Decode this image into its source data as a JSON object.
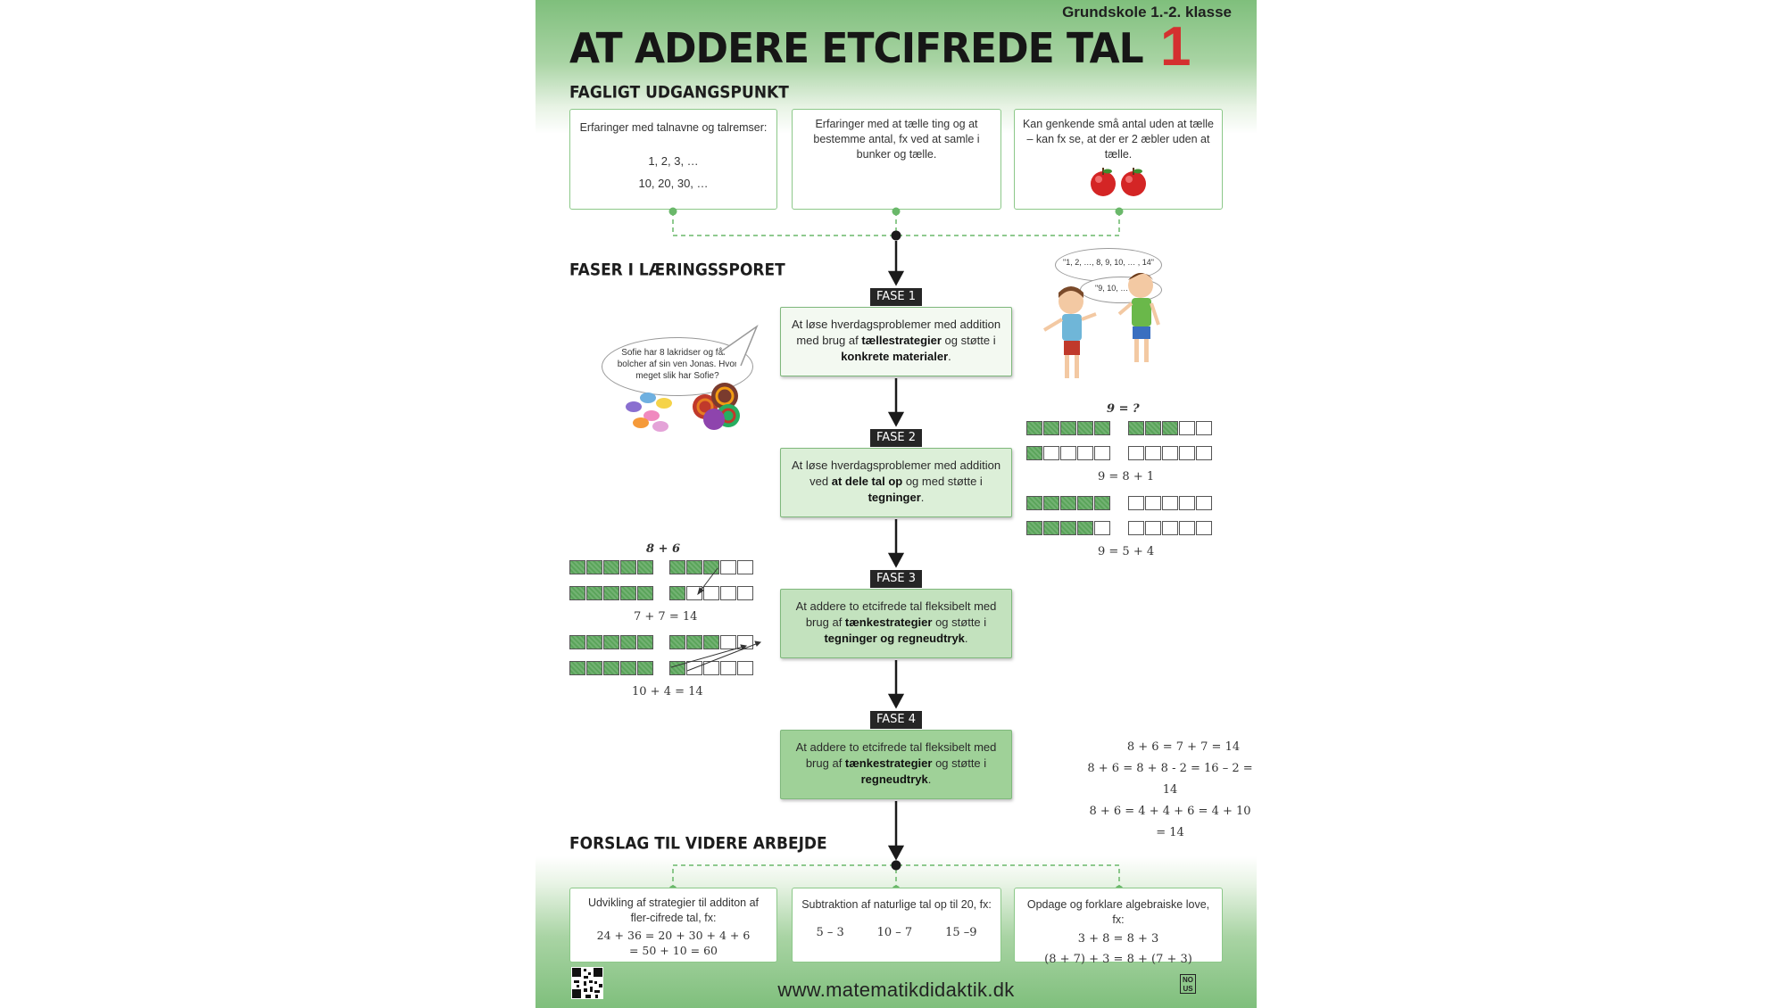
{
  "header": {
    "grade": "Grundskole 1.-2. klasse",
    "title": "AT ADDERE ETCIFREDE TAL",
    "number": "1"
  },
  "sections": {
    "start": "FAGLIGT UDGANGSPUNKT",
    "phases": "FASER I LÆRINGSSPORET",
    "further": "FORSLAG TIL VIDERE ARBEJDE"
  },
  "start_boxes": [
    {
      "text": "Erfaringer med talnavne og talremser:",
      "line1": "1, 2, 3, …",
      "line2": "10, 20, 30, …"
    },
    {
      "text": "Erfaringer med at tælle ting og at bestemme antal, fx ved at samle i bunker og tælle."
    },
    {
      "text": "Kan genkende små antal uden at tælle – kan fx se, at der er 2 æbler uden at tælle."
    }
  ],
  "phases": [
    {
      "tag": "FASE 1",
      "a": "At løse hverdagsproblemer med addition med brug af ",
      "b1": "tællestrategier",
      "c": " og støtte i ",
      "b2": "konkrete materialer",
      "d": "."
    },
    {
      "tag": "FASE 2",
      "a": "At løse hverdagsproblemer med addition ved ",
      "b1": "at dele tal op",
      "c": " og med støtte i ",
      "b2": "tegninger",
      "d": "."
    },
    {
      "tag": "FASE 3",
      "a": "At addere to etcifrede tal fleksibelt med brug af ",
      "b1": "tænkestrategier",
      "c": " og støtte i ",
      "b2": "tegninger og regneudtryk",
      "d": "."
    },
    {
      "tag": "FASE 4",
      "a": "At addere to etcifrede tal fleksibelt med brug af ",
      "b1": "tænkestrategier",
      "c": " og støtte i ",
      "b2": "regneudtryk",
      "d": "."
    }
  ],
  "speech": {
    "sofie": "Sofie har 8 lakridser og får 6 bolcher af sin ven Jonas. Hvor meget slik har Sofie?",
    "count1": "\"1, 2, …, 8, 9, 10, … , 14\"",
    "count2": "\"9, 10, … , 14\""
  },
  "grids_left": {
    "label": "8 + 6",
    "eq1": "7 + 7  = 14",
    "eq2": "10 + 4 = 14"
  },
  "grids_right": {
    "label": "9 = ?",
    "eq1": "9 = 8 + 1",
    "eq2": "9 = 5 + 4"
  },
  "equations": [
    "8 + 6 = 7 + 7 = 14",
    "8 + 6 = 8 + 8 - 2 = 16 – 2 = 14",
    "8 + 6 = 4 + 4 + 6 = 4 + 10 = 14"
  ],
  "further_boxes": [
    {
      "text": "Udvikling af strategier til additon af fler-cifrede tal, fx:",
      "m1": "24 + 36 = 20 + 30 + 4 + 6",
      "m2": "= 50 + 10 = 60"
    },
    {
      "text": "Subtraktion af naturlige tal op til 20, fx:",
      "m1": "5 – 3",
      "m2": "10 – 7",
      "m3": "15 –9"
    },
    {
      "text": "Opdage og forklare algebraiske love, fx:",
      "m1": "3 + 8 = 8 + 3",
      "m2": "(8 + 7) + 3 = 8 + (7 + 3)"
    }
  ],
  "footer": {
    "url": "www.matematikdidaktik.dk",
    "logo": "NO\nUS"
  },
  "colors": {
    "green_dark": "#7fbf7c",
    "green_box": "#8cc889",
    "red": "#d4302f"
  }
}
